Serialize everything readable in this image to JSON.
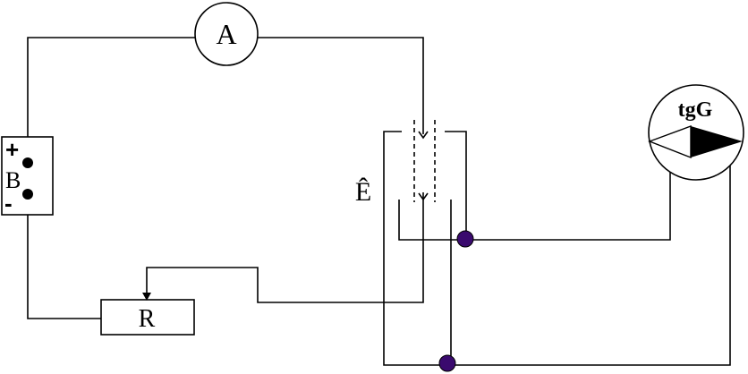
{
  "labels": {
    "ammeter": "A",
    "battery": "B",
    "battery_plus": "+",
    "battery_minus": "-",
    "resistor": "R",
    "coil": "Ê",
    "galvanometer": "tgG"
  },
  "colors": {
    "wire": "#000000",
    "junction": "#3a0a6e",
    "background": "#ffffff"
  }
}
